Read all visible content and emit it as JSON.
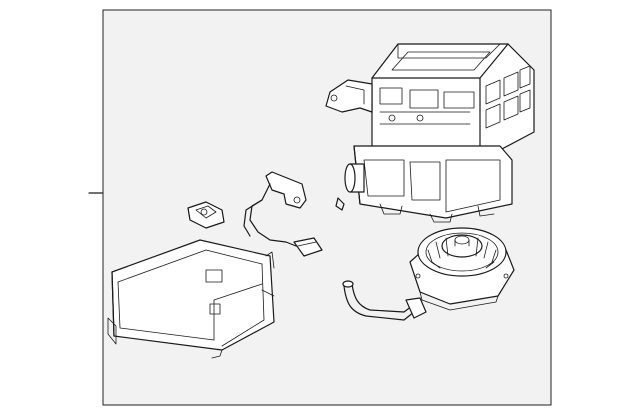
{
  "diagram": {
    "background_color": "#ffffff",
    "panel_color": "#f2f2f2",
    "line_color": "#1a1a1a",
    "parts": [
      "hvac-housing",
      "blower-motor",
      "air-duct",
      "wiring-harness",
      "resistor",
      "drain-hose",
      "clip"
    ]
  }
}
